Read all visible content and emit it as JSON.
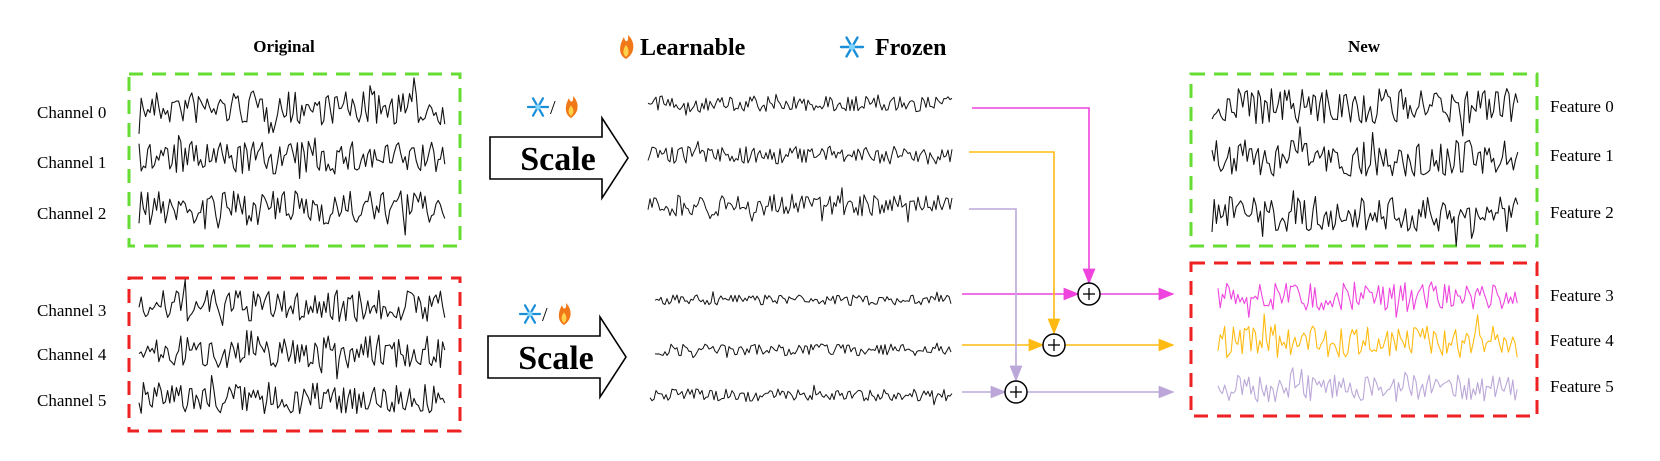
{
  "titles": {
    "original": "Original",
    "new": "New"
  },
  "legend": {
    "learnable_label": "Learnable",
    "frozen_label": "Frozen",
    "learnable_icon": "flame-icon",
    "frozen_icon": "snowflake-icon"
  },
  "original_channels": [
    "Channel 0",
    "Channel 1",
    "Channel 2",
    "Channel 3",
    "Channel 4",
    "Channel 5"
  ],
  "new_features": [
    "Feature 0",
    "Feature 1",
    "Feature 2",
    "Feature 3",
    "Feature 4",
    "Feature 5"
  ],
  "scale_blocks": [
    {
      "label": "Scale",
      "icons": "snowflake-icon / flame-icon",
      "separator": "/"
    },
    {
      "label": "Scale",
      "icons": "snowflake-icon / flame-icon",
      "separator": "/"
    }
  ],
  "colors": {
    "group_top_border": "#66dd33",
    "group_bottom_border": "#ee2222",
    "feature3_line": "#ee44dd",
    "feature4_line": "#ffbb11",
    "feature5_line": "#bba8d8",
    "signal": "#111111"
  }
}
